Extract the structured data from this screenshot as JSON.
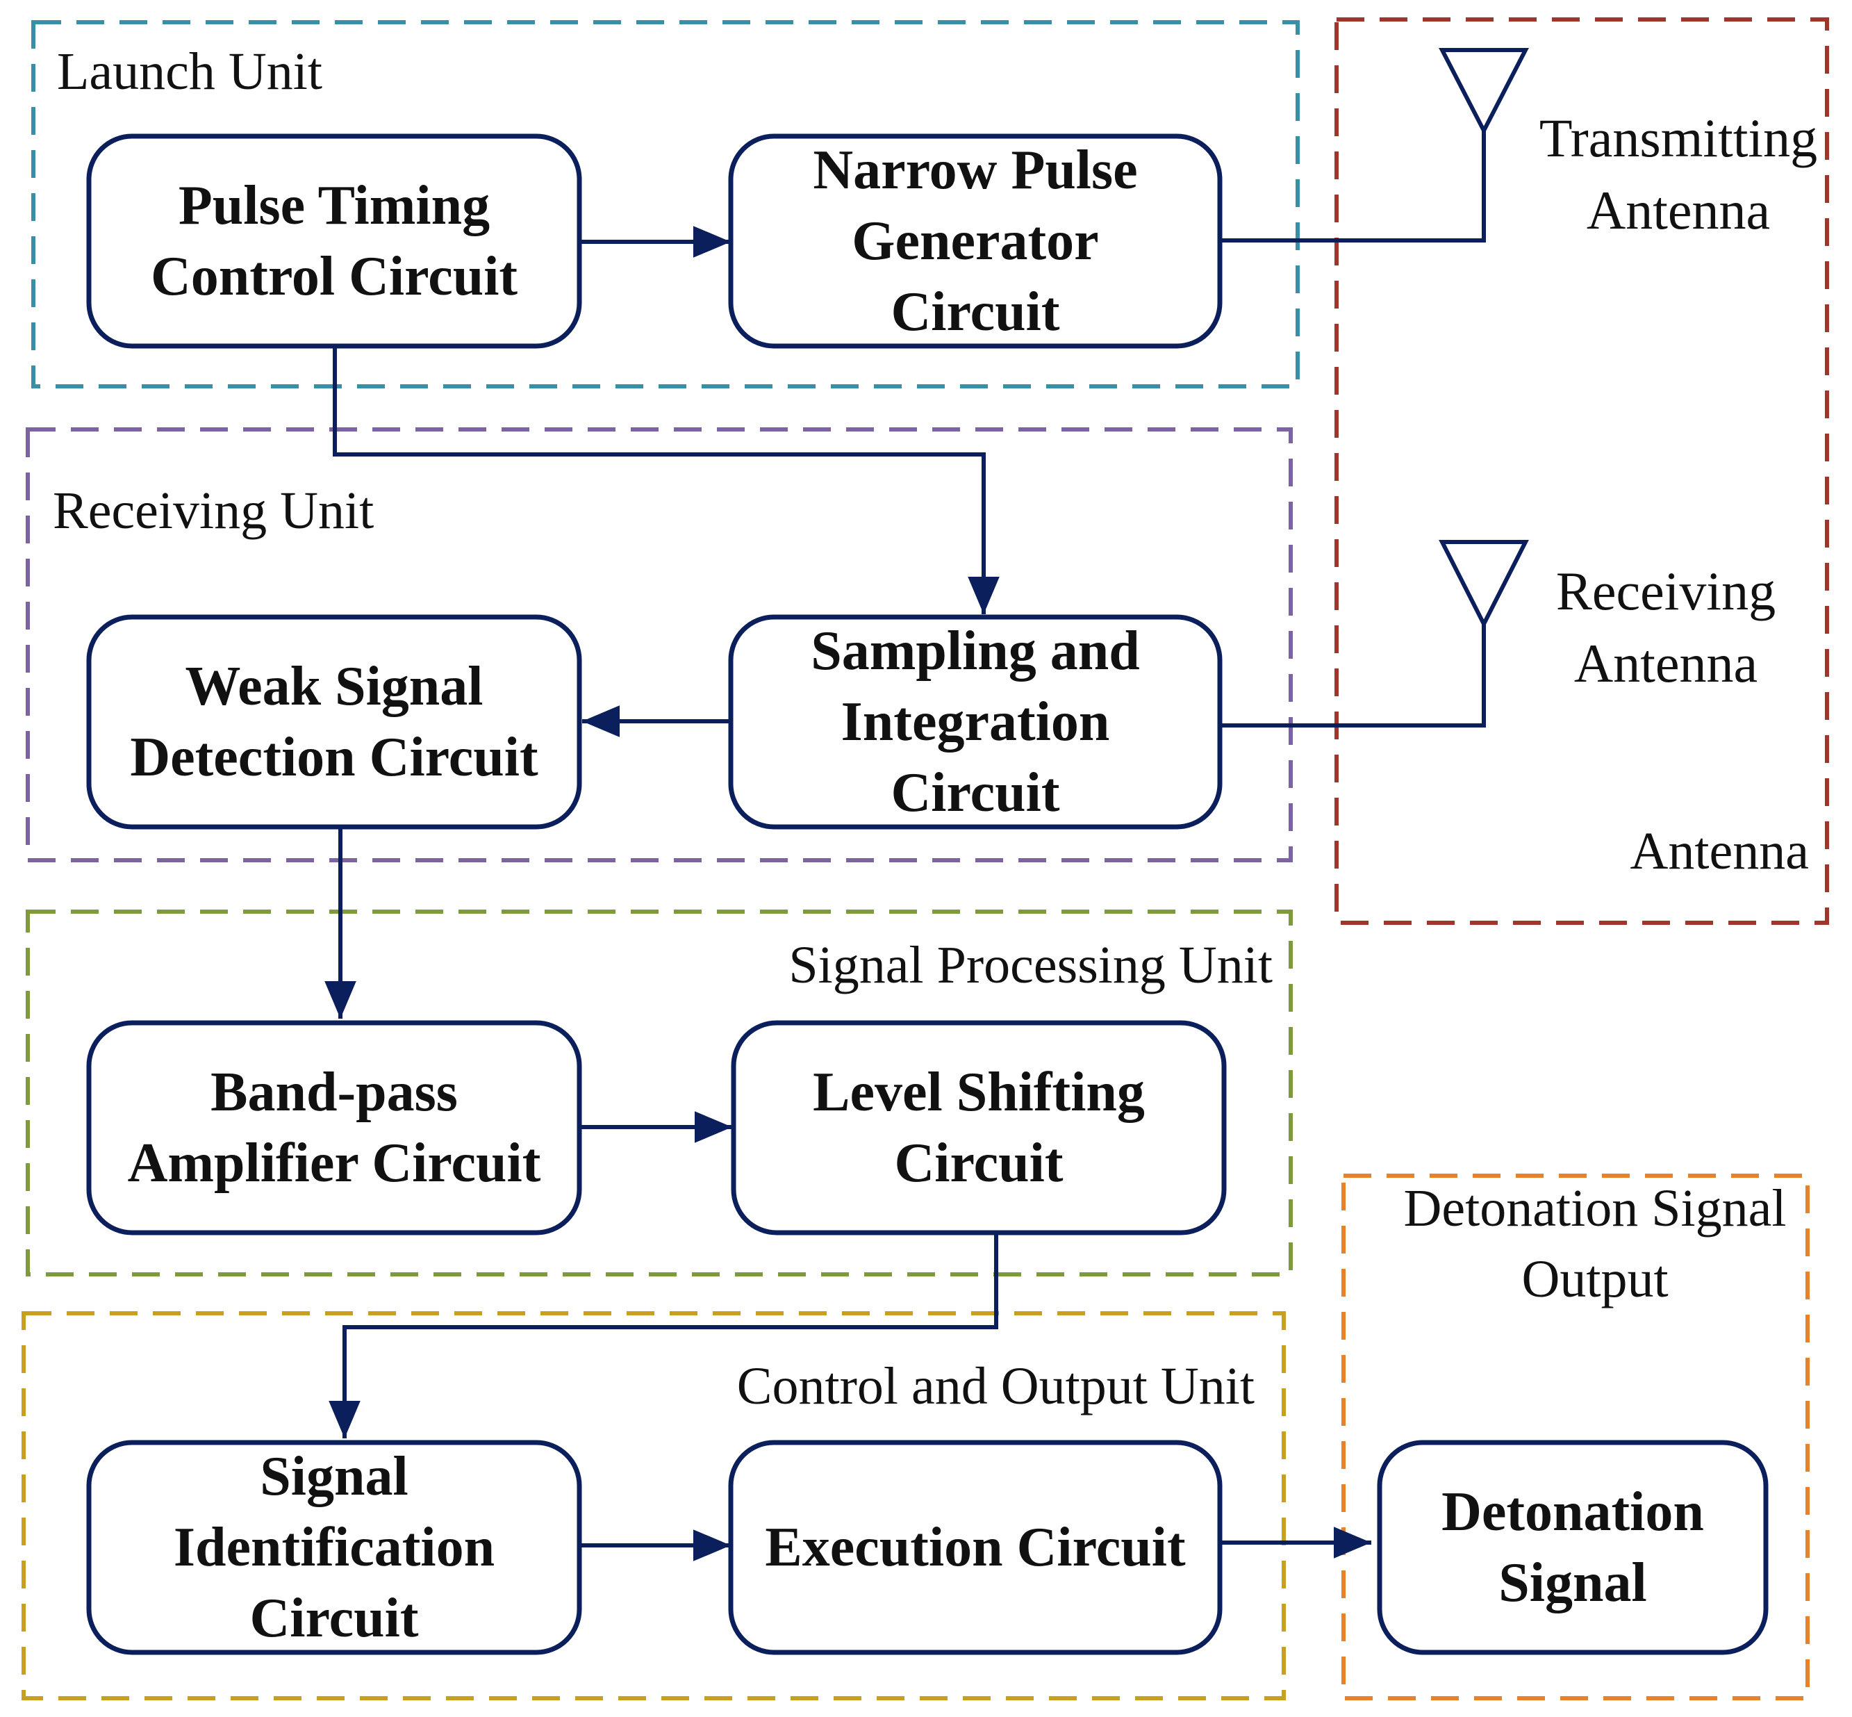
{
  "units": {
    "launch": {
      "label": "Launch Unit",
      "color": "#3a8fa8"
    },
    "receiving": {
      "label": "Receiving Unit",
      "color": "#7c64a0"
    },
    "processing": {
      "label": "Signal Processing Unit",
      "color": "#7f9a3c"
    },
    "control": {
      "label": "Control and Output Unit",
      "color": "#c8a020"
    },
    "antenna": {
      "label": "Antenna",
      "color": "#a0352c"
    },
    "detonation": {
      "label_lines": [
        "Detonation Signal",
        "Output"
      ],
      "color": "#e8822a"
    }
  },
  "blocks": {
    "pulse_timing": [
      "Pulse Timing",
      "Control Circuit"
    ],
    "narrow_pulse": [
      "Narrow Pulse",
      "Generator",
      "Circuit"
    ],
    "weak_signal": [
      "Weak Signal",
      "Detection Circuit"
    ],
    "sampling": [
      "Sampling and",
      "Integration",
      "Circuit"
    ],
    "bandpass": [
      "Band-pass",
      "Amplifier Circuit"
    ],
    "level_shift": [
      "Level Shifting",
      "Circuit"
    ],
    "signal_id": [
      "Signal",
      "Identification",
      "Circuit"
    ],
    "execution": [
      "Execution Circuit"
    ],
    "detonation": [
      "Detonation",
      "Signal"
    ]
  },
  "antennas": {
    "transmitting": [
      "Transmitting",
      "Antenna"
    ],
    "receiving": [
      "Receiving",
      "Antenna"
    ]
  },
  "line_color": "#0a1f5c"
}
